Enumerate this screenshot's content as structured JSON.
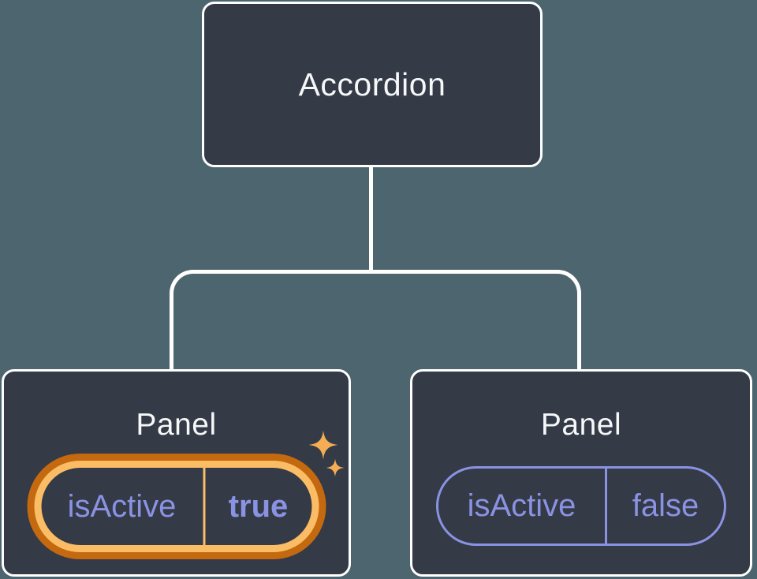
{
  "diagram": {
    "type": "component-tree",
    "root": {
      "label": "Accordion"
    },
    "children": [
      {
        "label": "Panel",
        "state_name": "isActive",
        "state_value": "true",
        "highlighted": true
      },
      {
        "label": "Panel",
        "state_name": "isActive",
        "state_value": "false",
        "highlighted": false
      }
    ],
    "icons": [
      "sparkles-icon"
    ],
    "colors": {
      "background": "#4D656E",
      "node_fill": "#343A46",
      "node_border": "#FFFFFF",
      "node_text": "#F6F7F9",
      "connector": "#FFFFFF",
      "state_text": "#8A92E3",
      "highlight_ring_outer": "#C4690F",
      "highlight_ring_inner": "#FABD66",
      "sparkle": "#F4AD55"
    }
  }
}
